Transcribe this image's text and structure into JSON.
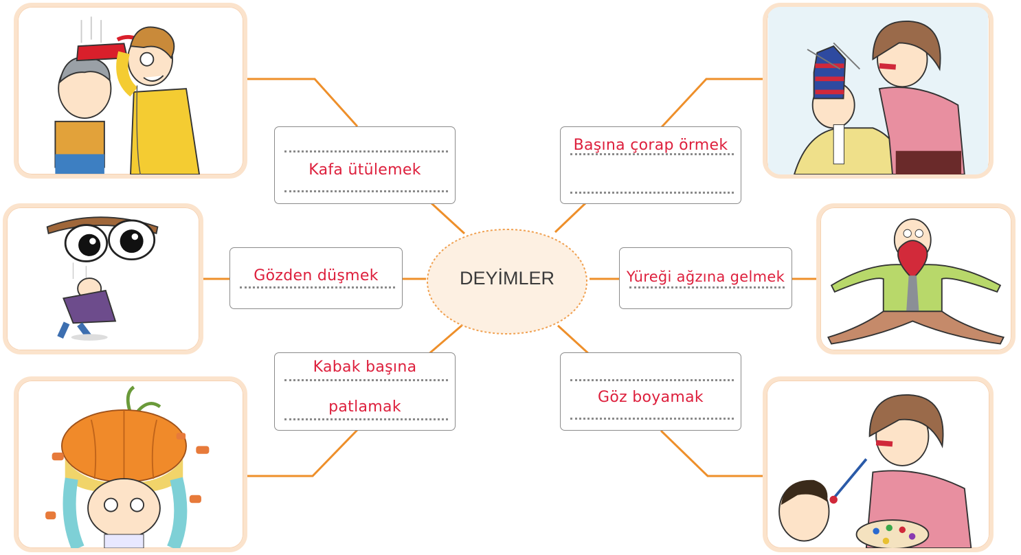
{
  "center": {
    "label": "DEYİMLER"
  },
  "idioms": [
    {
      "id": "kafa",
      "text": "Kafa ütülemek",
      "scene": "man ironing another man's head"
    },
    {
      "id": "gozden",
      "text": "Gözden düşmek",
      "scene": "man falling from a pair of eyes"
    },
    {
      "id": "kabak",
      "text": "Kabak başına patlamak",
      "line1": "Kabak başına",
      "line2": "patlamak",
      "scene": "pumpkin bursting on a child's head"
    },
    {
      "id": "corap",
      "text": "Başına çorap örmek",
      "scene": "woman knitting a sock on a man's head"
    },
    {
      "id": "yurek",
      "text": "Yüreği ağzına gelmek",
      "scene": "man with his heart in his mouth"
    },
    {
      "id": "boyamak",
      "text": "Göz boyamak",
      "scene": "woman painting a man's nose"
    }
  ],
  "colors": {
    "connector": "#ee8f2a",
    "answer": "#dd1f3c",
    "frame": "#fbe3cc",
    "bubble": "#fdf0e2",
    "bubble_border": "#f0a050"
  }
}
